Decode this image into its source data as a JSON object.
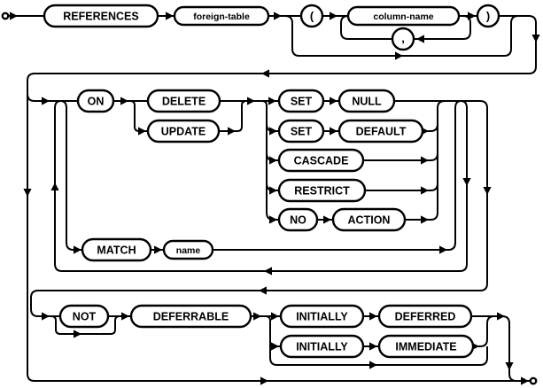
{
  "diagram": {
    "kind": "railroad-syntax-diagram",
    "subject": "REFERENCES clause (foreign key) syntax",
    "colors": {
      "background": "#ffffff",
      "line": "#000000",
      "text": "#000000"
    },
    "terminals": {
      "start": "start-terminal",
      "end": "end-terminal"
    },
    "nodes": [
      {
        "id": "start",
        "label": "",
        "type": "terminal"
      },
      {
        "id": "references",
        "label": "REFERENCES",
        "type": "keyword"
      },
      {
        "id": "foreign-table",
        "label": "foreign-table",
        "type": "parameter"
      },
      {
        "id": "open-paren",
        "label": "(",
        "type": "punctuation"
      },
      {
        "id": "column-name",
        "label": "column-name",
        "type": "parameter"
      },
      {
        "id": "comma",
        "label": ",",
        "type": "punctuation"
      },
      {
        "id": "close-paren",
        "label": ")",
        "type": "punctuation"
      },
      {
        "id": "on",
        "label": "ON",
        "type": "keyword"
      },
      {
        "id": "delete",
        "label": "DELETE",
        "type": "keyword"
      },
      {
        "id": "update",
        "label": "UPDATE",
        "type": "keyword"
      },
      {
        "id": "set-1",
        "label": "SET",
        "type": "keyword"
      },
      {
        "id": "null",
        "label": "NULL",
        "type": "keyword"
      },
      {
        "id": "set-2",
        "label": "SET",
        "type": "keyword"
      },
      {
        "id": "default",
        "label": "DEFAULT",
        "type": "keyword"
      },
      {
        "id": "cascade",
        "label": "CASCADE",
        "type": "keyword"
      },
      {
        "id": "restrict",
        "label": "RESTRICT",
        "type": "keyword"
      },
      {
        "id": "no",
        "label": "NO",
        "type": "keyword"
      },
      {
        "id": "action",
        "label": "ACTION",
        "type": "keyword"
      },
      {
        "id": "match",
        "label": "MATCH",
        "type": "keyword"
      },
      {
        "id": "name",
        "label": "name",
        "type": "parameter"
      },
      {
        "id": "not",
        "label": "NOT",
        "type": "keyword"
      },
      {
        "id": "deferrable",
        "label": "DEFERRABLE",
        "type": "keyword"
      },
      {
        "id": "initially-1",
        "label": "INITIALLY",
        "type": "keyword"
      },
      {
        "id": "deferred",
        "label": "DEFERRED",
        "type": "keyword"
      },
      {
        "id": "initially-2",
        "label": "INITIALLY",
        "type": "keyword"
      },
      {
        "id": "immediate",
        "label": "IMMEDIATE",
        "type": "keyword"
      },
      {
        "id": "end",
        "label": "",
        "type": "terminal"
      }
    ]
  }
}
